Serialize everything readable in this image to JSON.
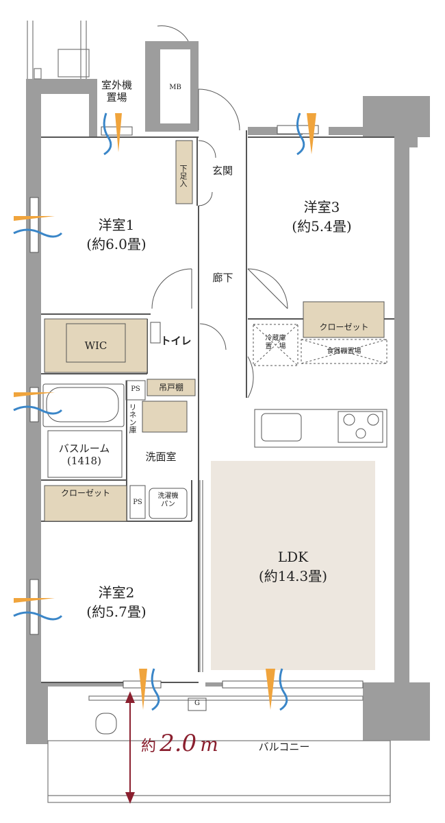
{
  "rooms": {
    "outdoor_unit": "室外機\n置場",
    "mb": "MB",
    "entrance": "玄関",
    "shoe_storage": "下足入",
    "western1_name": "洋室1",
    "western1_size": "(約6.0畳)",
    "western3_name": "洋室3",
    "western3_size": "(約5.4畳)",
    "hallway": "廊下",
    "wic": "WIC",
    "toilet": "トイレ",
    "closet3": "クローゼット",
    "fridge": "冷蔵庫\n置　場",
    "dish_shelf": "食器棚置場",
    "ps_top": "PS",
    "hanging_shelf": "吊戸棚",
    "linen": "リネン庫",
    "bathroom": "バスルーム\n(1418)",
    "washroom": "洗面室",
    "closet2": "クローゼット",
    "ps_bottom": "PS",
    "washer": "洗濯機\nパン",
    "ldk_name": "LDK",
    "ldk_size": "(約14.3畳)",
    "western2_name": "洋室2",
    "western2_size": "(約5.7畳)",
    "gas": "G",
    "balcony": "バルコニー"
  },
  "balcony_depth": {
    "prefix": "約",
    "value": "2.0",
    "unit": "m"
  },
  "colors": {
    "wall": "#9d9d9d",
    "storage_fill": "#e3d6bb",
    "ldk_fill": "#ede7df",
    "breeze_orange": "#f0a43c",
    "breeze_blue": "#3a86c8",
    "dimension": "#8a1f2e"
  }
}
